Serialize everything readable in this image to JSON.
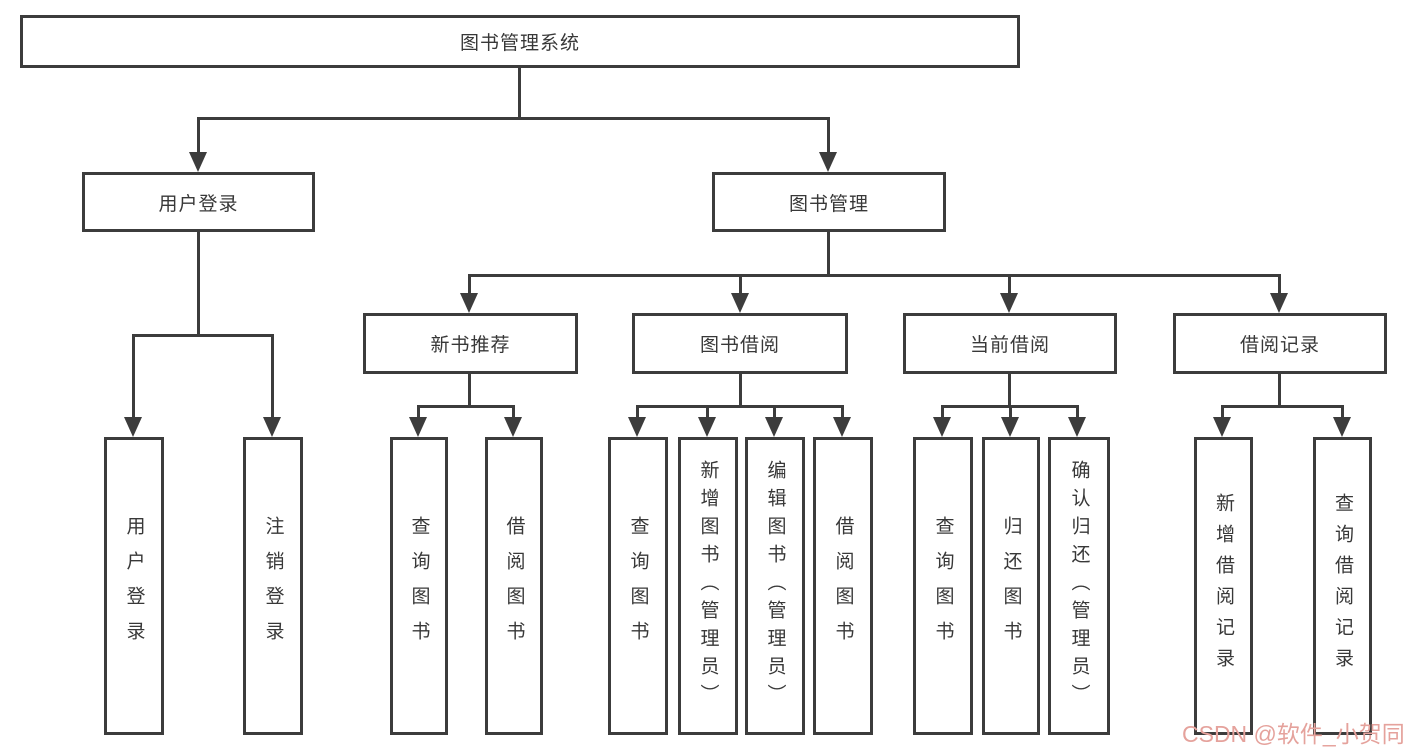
{
  "diagram_type": "hierarchy-tree",
  "colors": {
    "background": "#ffffff",
    "box_border": "#3c3c3c",
    "box_fill": "#ffffff",
    "line": "#3c3c3c",
    "text": "#383838",
    "watermark": "#e5a29c"
  },
  "watermark": {
    "text": "CSDN @软件_小贺同学"
  },
  "tree": {
    "label": "图书管理系统",
    "children": [
      {
        "label": "用户登录",
        "children": [
          {
            "label": "用户登录"
          },
          {
            "label": "注销登录"
          }
        ]
      },
      {
        "label": "图书管理",
        "children": [
          {
            "label": "新书推荐",
            "children": [
              {
                "label": "查询图书"
              },
              {
                "label": "借阅图书"
              }
            ]
          },
          {
            "label": "图书借阅",
            "children": [
              {
                "label": "查询图书"
              },
              {
                "label": "新增图书（管理员）"
              },
              {
                "label": "编辑图书（管理员）"
              },
              {
                "label": "借阅图书"
              }
            ]
          },
          {
            "label": "当前借阅",
            "children": [
              {
                "label": "查询图书"
              },
              {
                "label": "归还图书"
              },
              {
                "label": "确认归还（管理员）"
              }
            ]
          },
          {
            "label": "借阅记录",
            "children": [
              {
                "label": "新增借阅记录"
              },
              {
                "label": "查询借阅记录"
              }
            ]
          }
        ]
      }
    ]
  }
}
